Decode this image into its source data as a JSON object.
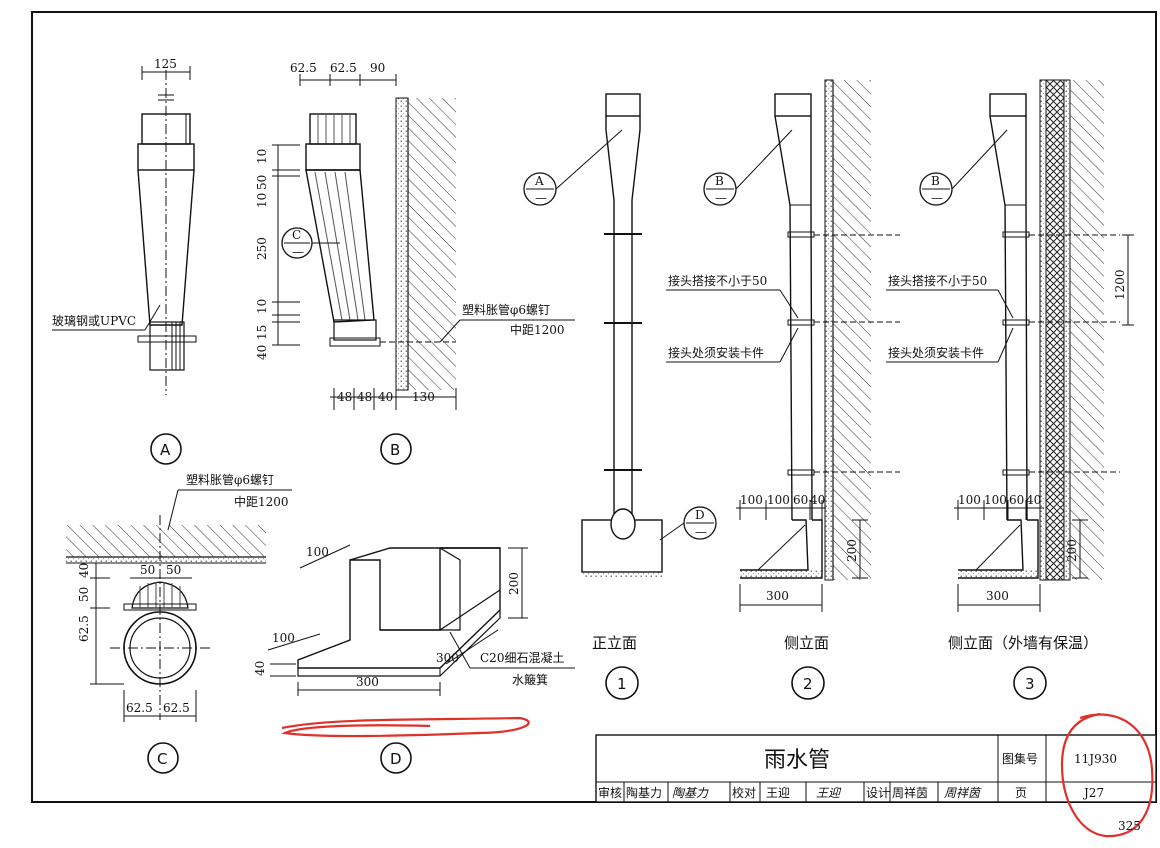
{
  "detail_a": {
    "dim_width": "125",
    "material": "玻璃钢或UPVC",
    "callout": "A"
  },
  "detail_b": {
    "dims_top": [
      "62.5",
      "62.5",
      "90"
    ],
    "dims_left": [
      "10",
      "50",
      "10",
      "250",
      "10",
      "15",
      "40"
    ],
    "dims_bottom": [
      "48",
      "48",
      "40",
      "130"
    ],
    "bolt_note_1": "塑料胀管φ6螺钉",
    "bolt_note_2": "中距1200",
    "callout": "B",
    "ref_callout": "C"
  },
  "detail_c": {
    "bolt_note_1": "塑料胀管φ6螺钉",
    "bolt_note_2": "中距1200",
    "dims_top": [
      "50",
      "50"
    ],
    "dims_left": [
      "62.5",
      "50",
      "40"
    ],
    "dims_bottom": [
      "62.5",
      "62.5"
    ],
    "callout": "C"
  },
  "detail_d": {
    "dims": [
      "100",
      "200",
      "100",
      "300",
      "40",
      "300"
    ],
    "note_1": "C20细石混凝土",
    "note_2": "水簸箕",
    "callout": "D"
  },
  "elev_1": {
    "title": "正立面",
    "number": "1",
    "ref_a": "A",
    "ref_d": "D"
  },
  "elev_2": {
    "title": "侧立面",
    "number": "2",
    "ref_b": "B",
    "note_joint": "接头搭接不小于50",
    "note_clamp": "接头处须安装卡件",
    "dims_top": [
      "100",
      "100",
      "60",
      "40"
    ],
    "dim_bottom": "300",
    "dim_side": "200"
  },
  "elev_3": {
    "title": "侧立面（外墙有保温）",
    "number": "3",
    "ref_b": "B",
    "note_joint": "接头搭接不小于50",
    "note_clamp": "接头处须安装卡件",
    "dims_top": [
      "100",
      "100",
      "60",
      "40"
    ],
    "dim_bottom": "300",
    "dim_side": "200",
    "dim_spacing": "1200"
  },
  "title_block": {
    "title": "雨水管",
    "atlas_label": "图集号",
    "atlas_value": "11J930",
    "page_label": "页",
    "page_value": "J27",
    "review_label": "审核",
    "review_name": "陶基力",
    "review_sign": "陶基力",
    "check_label": "校对",
    "check_name": "王迎",
    "check_sign": "王迎",
    "design_label": "设计",
    "design_name": "周祥茵",
    "design_sign": "周祥茵"
  },
  "page_number": "325",
  "annotation_color": "#e0302a"
}
